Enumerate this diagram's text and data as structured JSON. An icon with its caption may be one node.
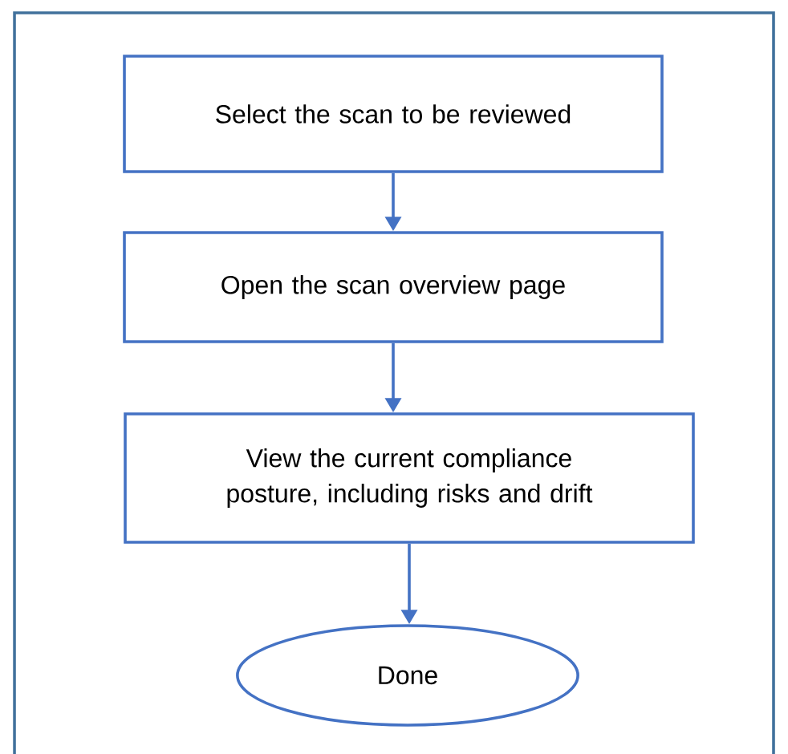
{
  "diagram": {
    "nodes": [
      {
        "text": [
          "Select the scan to be reviewed"
        ]
      },
      {
        "text": [
          "Open the scan overview page"
        ]
      },
      {
        "text": [
          "View the current compliance posture, including risks and drift"
        ]
      },
      {
        "text": [
          "Done"
        ]
      }
    ],
    "edges": [
      {
        "from": 0,
        "to": 1,
        "arrow": "to"
      },
      {
        "from": 1,
        "to": 2,
        "arrow": "to"
      },
      {
        "from": 2,
        "to": 3,
        "arrow": "to"
      }
    ]
  }
}
